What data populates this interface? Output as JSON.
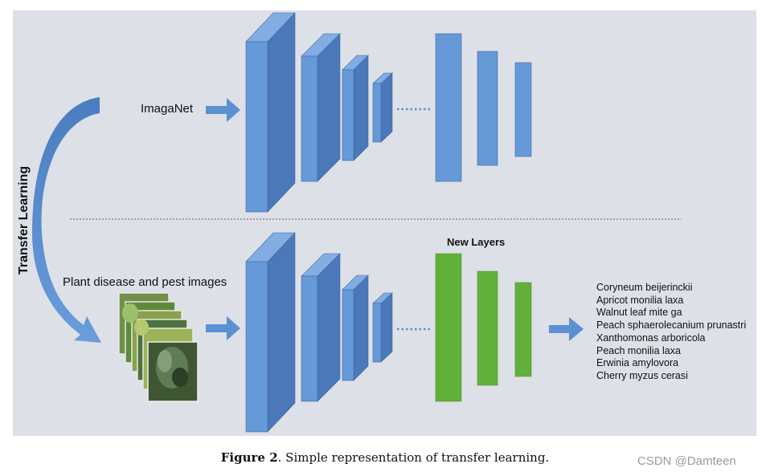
{
  "diagram": {
    "side_label": "Transfer Learning",
    "top_input_label": "ImagaNet",
    "bottom_input_label": "Plant disease and pest images",
    "new_layers_label": "New Layers",
    "classes": [
      "Coryneum beijerinckii",
      "Apricot monilia laxa",
      "Walnut leaf mite ga",
      "Peach sphaerolecanium prunastri",
      "Xanthomonas arboricola",
      "Peach monilia laxa",
      "Erwinia amylovora",
      "Cherry myzus cerasi"
    ],
    "colors": {
      "background": "#dde0e6",
      "cnn_front": "#6699d8",
      "cnn_side": "#4a78b8",
      "cnn_top": "#82ade3",
      "new_layer": "#62b03a",
      "arrow": "#5b90d3"
    }
  },
  "caption": {
    "label": "Figure 2",
    "text": ". Simple representation of transfer learning."
  },
  "watermark": "CSDN @Damteen"
}
